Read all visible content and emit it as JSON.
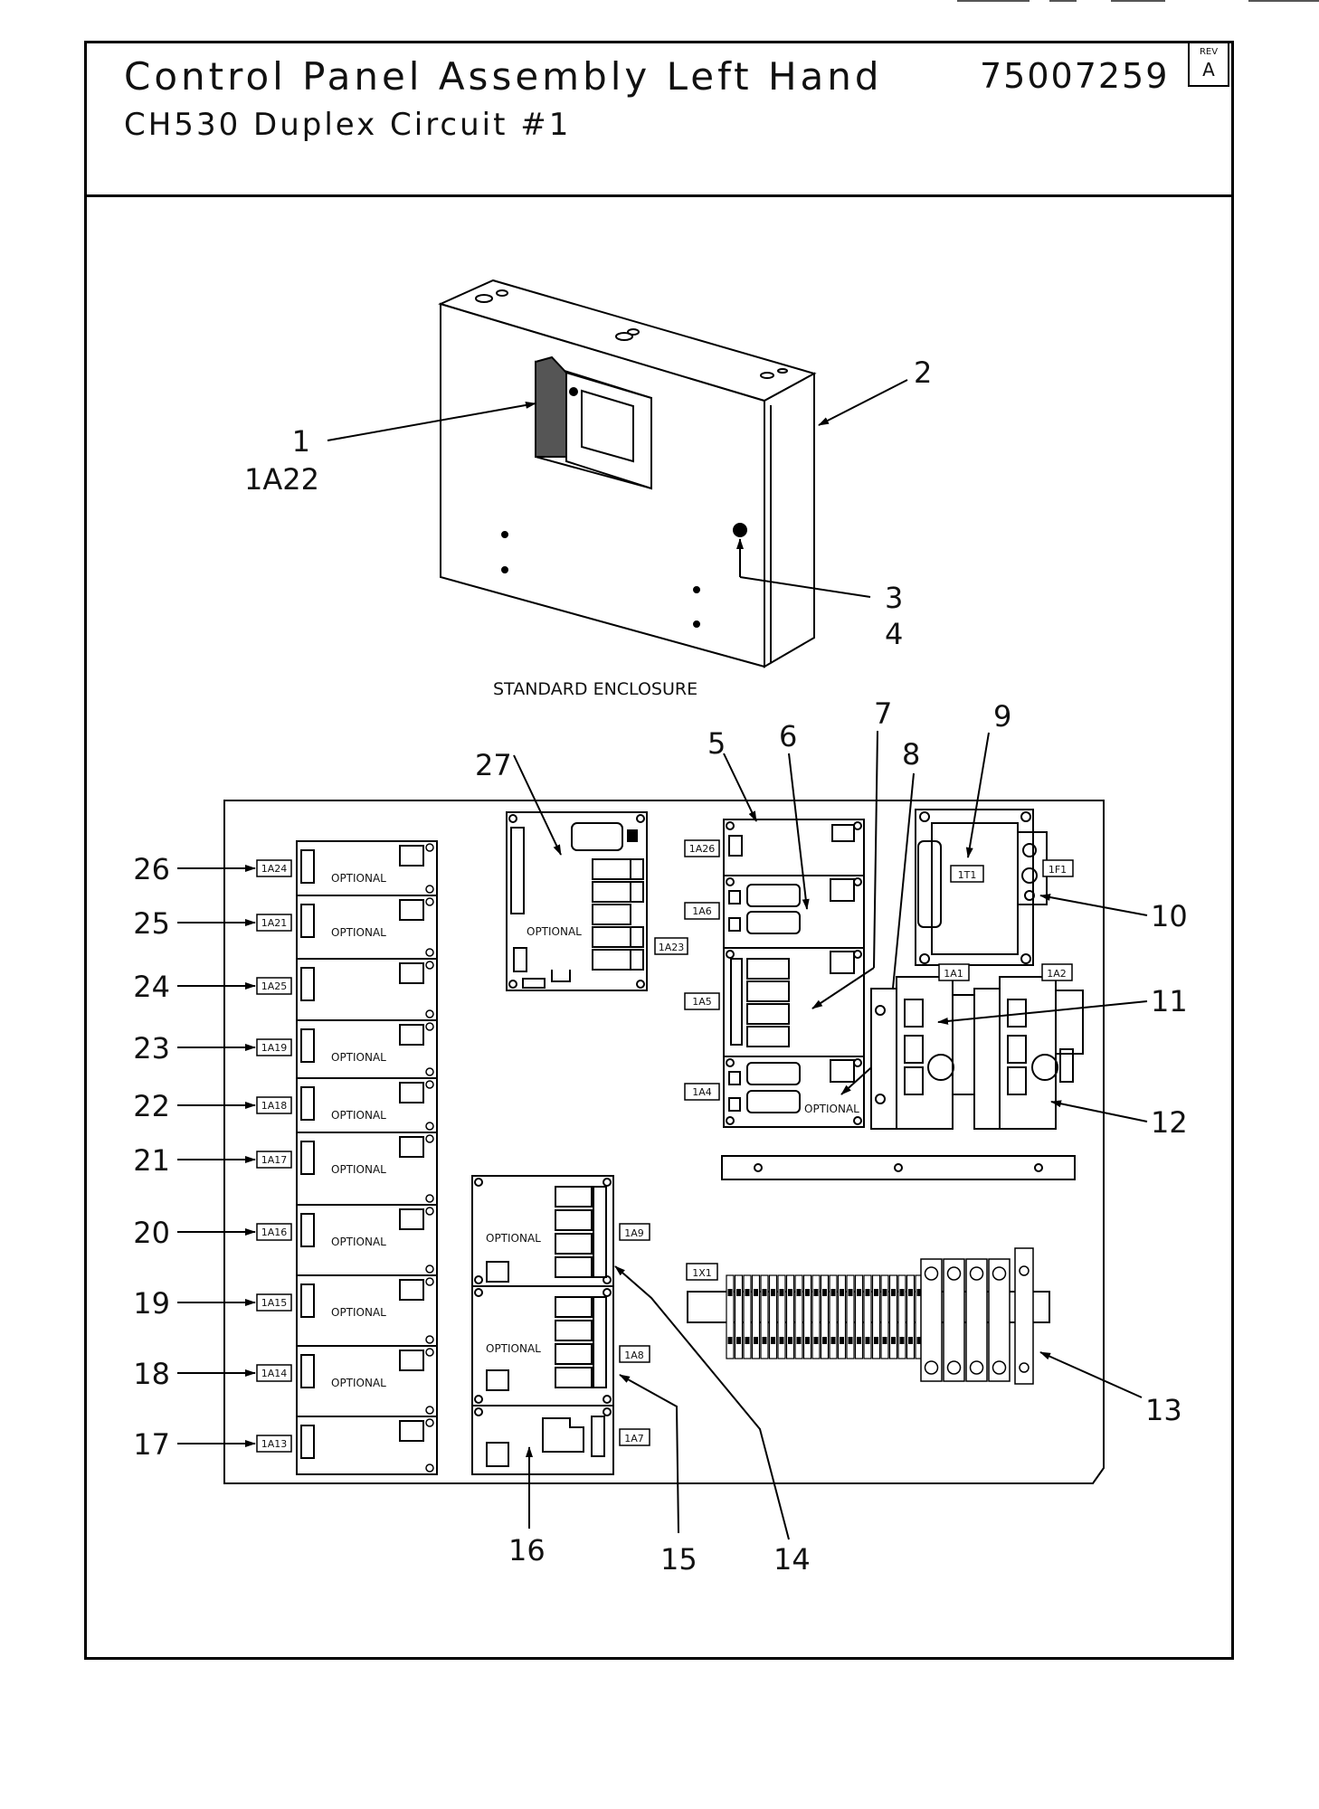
{
  "title": "Control Panel Assembly Left Hand",
  "subtitle": "CH530 Duplex Circuit #1",
  "part_number": "75007259",
  "revision": {
    "label": "REV",
    "value": "A"
  },
  "enclosure_caption": "STANDARD ENCLOSURE",
  "enclosure_callouts": [
    "1",
    "1A22",
    "2",
    "3",
    "4"
  ],
  "left_column": {
    "callouts": [
      "26",
      "25",
      "24",
      "23",
      "22",
      "21",
      "20",
      "19",
      "18",
      "17"
    ],
    "tags": [
      "1A24",
      "1A21",
      "1A25",
      "1A19",
      "1A18",
      "1A17",
      "1A16",
      "1A15",
      "1A14",
      "1A13"
    ],
    "board_labels": [
      "OPTIONAL",
      "OPTIONAL",
      "",
      "OPTIONAL",
      "OPTIONAL",
      "OPTIONAL",
      "OPTIONAL",
      "OPTIONAL",
      "OPTIONAL",
      ""
    ]
  },
  "top_center": {
    "callout": "27",
    "board_label": "OPTIONAL",
    "tag": "1A23"
  },
  "right_stack": {
    "callouts": [
      "5",
      "6",
      "7",
      "8"
    ],
    "tags": [
      "1A26",
      "1A6",
      "1A5",
      "1A4"
    ],
    "board_label": "OPTIONAL"
  },
  "transformer": {
    "callout": "9",
    "tag": "1T1",
    "fuse_tag": "1F1",
    "fuse_callout": "10"
  },
  "contactors": {
    "tags": [
      "1A1",
      "1A2"
    ],
    "callouts": [
      "11",
      "12"
    ]
  },
  "terminal_strip": {
    "tag": "1X1",
    "callout": "13"
  },
  "bottom_center": {
    "callouts": [
      "14",
      "15",
      "16"
    ],
    "tags": [
      "1A9",
      "1A8",
      "1A7"
    ],
    "board_labels": [
      "OPTIONAL",
      "OPTIONAL"
    ]
  }
}
